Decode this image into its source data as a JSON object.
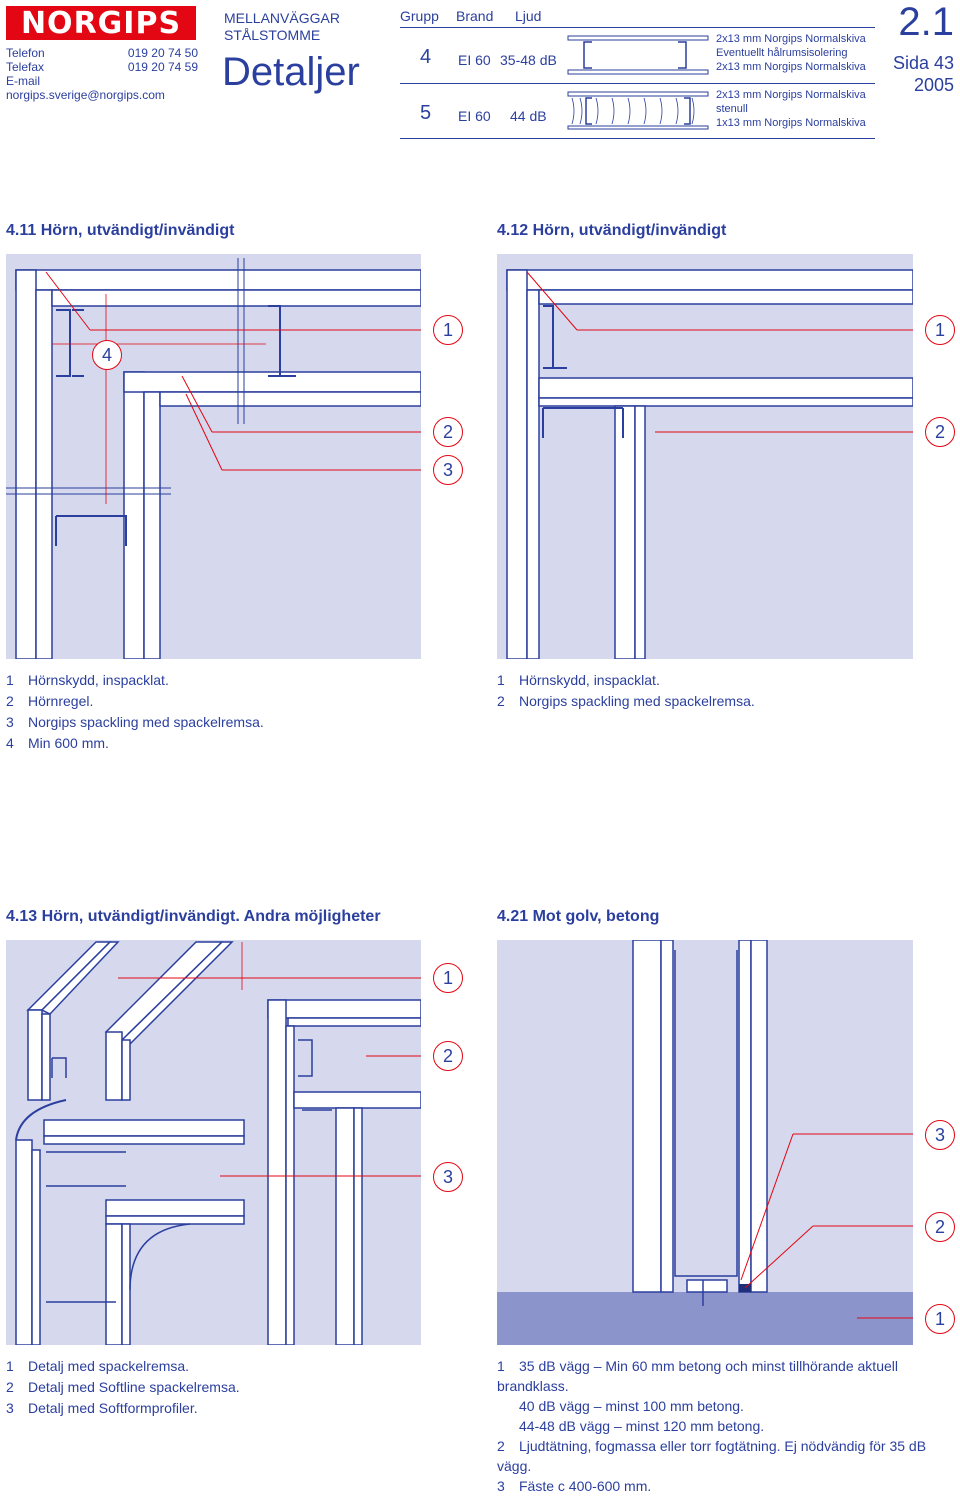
{
  "header": {
    "logo_text": "NORGIPS",
    "contact": [
      {
        "label": "Telefon",
        "value": "019 20 74 50"
      },
      {
        "label": "Telefax",
        "value": "019 20 74 59"
      }
    ],
    "email": "E-mail norgips.sverige@norgips.com",
    "category_line1": "MELLANVÄGGAR",
    "category_line2": "STÅLSTOMME",
    "title": "Detaljer",
    "columns": {
      "grupp": "Grupp",
      "brand": "Brand",
      "ljud": "Ljud"
    },
    "rows": [
      {
        "group": "4",
        "brand": "EI 60",
        "sound": "35-48 dB",
        "layers": [
          "2x13 mm Norgips Normalskiva",
          "Eventuellt hålrumsisolering",
          "2x13 mm Norgips Normalskiva"
        ]
      },
      {
        "group": "5",
        "brand": "EI 60",
        "sound": "44 dB",
        "layers": [
          "2x13 mm Norgips Normalskiva",
          "stenull",
          "1x13 mm Norgips Normalskiva"
        ]
      }
    ],
    "page_number": "2.1",
    "page_label": "Sida 43",
    "year": "2005"
  },
  "sections": [
    {
      "title": "4.11 Hörn, utvändigt/invändigt",
      "legend": [
        {
          "n": "1",
          "t": "Hörnskydd, inspacklat."
        },
        {
          "n": "2",
          "t": "Hörnregel."
        },
        {
          "n": "3",
          "t": "Norgips spackling med spackelremsa."
        },
        {
          "n": "4",
          "t": "Min 600 mm."
        }
      ],
      "callouts": [
        "1",
        "2",
        "3"
      ],
      "dim_label": "4"
    },
    {
      "title": "4.12 Hörn, utvändigt/invändigt",
      "legend": [
        {
          "n": "1",
          "t": "Hörnskydd, inspacklat."
        },
        {
          "n": "2",
          "t": "Norgips spackling med spackelremsa."
        }
      ],
      "callouts": [
        "1",
        "2"
      ]
    },
    {
      "title": "4.13 Hörn, utvändigt/invändigt. Andra möjligheter",
      "legend": [
        {
          "n": "1",
          "t": "Detalj med spackelremsa."
        },
        {
          "n": "2",
          "t": "Detalj med Softline spackelremsa."
        },
        {
          "n": "3",
          "t": "Detalj med Softformprofiler."
        }
      ],
      "callouts": [
        "1",
        "2",
        "3"
      ]
    },
    {
      "title": "4.21 Mot golv, betong",
      "legend": [
        {
          "n": "1",
          "t": "35 dB vägg – Min 60 mm betong och minst tillhörande aktuell brandklass."
        },
        {
          "n": "",
          "t": "40 dB vägg – minst 100 mm betong."
        },
        {
          "n": "",
          "t": "44-48 dB vägg – minst 120 mm betong."
        },
        {
          "n": "2",
          "t": "Ljudtätning, fogmassa eller torr fogtätning. Ej nödvändig för 35 dB vägg."
        },
        {
          "n": "3",
          "t": "Fäste c 400-600 mm."
        }
      ],
      "callouts": [
        "3",
        "2",
        "1"
      ]
    }
  ]
}
